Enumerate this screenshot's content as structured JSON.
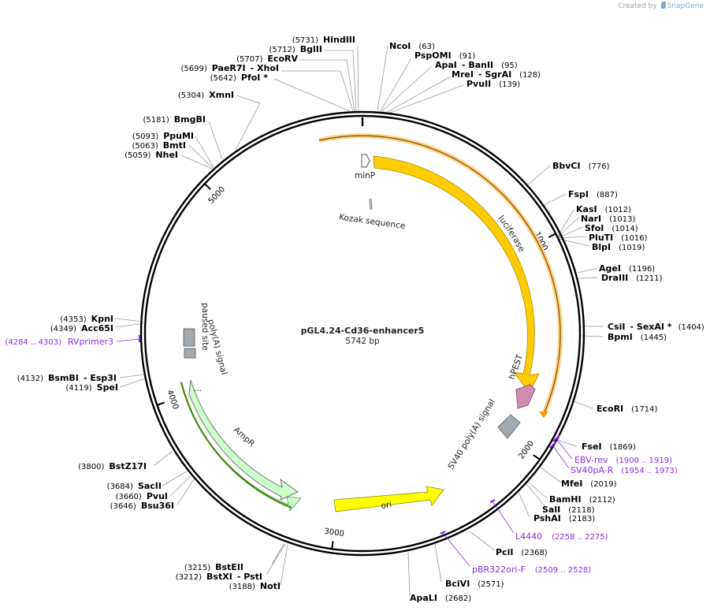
{
  "credit": {
    "prefix": "Created by",
    "brand": "SnapGene"
  },
  "plasmid": {
    "name": "pGL4.24-Cd36-enhancer5",
    "length_label": "5742 bp",
    "length": 5742
  },
  "ticks": [
    {
      "pos": 1000,
      "label": "1000"
    },
    {
      "pos": 2000,
      "label": "2000"
    },
    {
      "pos": 3000,
      "label": "3000"
    },
    {
      "pos": 4000,
      "label": "4000"
    },
    {
      "pos": 5000,
      "label": "5000"
    }
  ],
  "sites": [
    {
      "name": "HindIII",
      "pos": "(5731)"
    },
    {
      "name": "BglII",
      "pos": "(5712)"
    },
    {
      "name": "EcoRV",
      "pos": "(5707)"
    },
    {
      "name": "PaeR7I",
      "pos": "(5699)",
      "extra": "XhoI"
    },
    {
      "name": "PfoI *",
      "pos": "(5642)"
    },
    {
      "name": "XmnI",
      "pos": "(5304)"
    },
    {
      "name": "BmgBI",
      "pos": "(5181)"
    },
    {
      "name": "PpuMI",
      "pos": "(5093)"
    },
    {
      "name": "BmtI",
      "pos": "(5063)"
    },
    {
      "name": "NheI",
      "pos": "(5059)"
    },
    {
      "name": "NcoI",
      "pos": "(63)"
    },
    {
      "name": "PspOMI",
      "pos": "(91)"
    },
    {
      "name": "ApaI",
      "pos": "(95)",
      "extra": "BanII"
    },
    {
      "name": "MreI",
      "pos": "(128)",
      "extra": "SgrAI"
    },
    {
      "name": "PvuII",
      "pos": "(139)"
    },
    {
      "name": "BbvCI",
      "pos": "(776)"
    },
    {
      "name": "FspI",
      "pos": "(887)"
    },
    {
      "name": "KasI",
      "pos": "(1012)"
    },
    {
      "name": "NarI",
      "pos": "(1013)"
    },
    {
      "name": "SfoI",
      "pos": "(1014)"
    },
    {
      "name": "PluTI",
      "pos": "(1016)"
    },
    {
      "name": "BlpI",
      "pos": "(1019)"
    },
    {
      "name": "AgeI",
      "pos": "(1196)"
    },
    {
      "name": "DraIII",
      "pos": "(1211)"
    },
    {
      "name": "CsiI",
      "pos": "(1404)",
      "extra": "SexAI *"
    },
    {
      "name": "BpmI",
      "pos": "(1445)"
    },
    {
      "name": "EcoRI",
      "pos": "(1714)"
    },
    {
      "name": "FseI",
      "pos": "(1869)"
    },
    {
      "name": "MfeI",
      "pos": "(2019)"
    },
    {
      "name": "BamHI",
      "pos": "(2112)"
    },
    {
      "name": "SalI",
      "pos": "(2118)"
    },
    {
      "name": "PshAI",
      "pos": "(2183)"
    },
    {
      "name": "PciI",
      "pos": "(2368)"
    },
    {
      "name": "BciVI",
      "pos": "(2571)"
    },
    {
      "name": "ApaLI",
      "pos": "(2682)"
    },
    {
      "name": "BstEII",
      "pos": "(3215)"
    },
    {
      "name": "BstXI",
      "pos": "(3212)",
      "extra": "PstI"
    },
    {
      "name": "NotI",
      "pos": "(3188)"
    },
    {
      "name": "BstZ17I",
      "pos": "(3800)"
    },
    {
      "name": "SacII",
      "pos": "(3684)"
    },
    {
      "name": "PvuI",
      "pos": "(3660)"
    },
    {
      "name": "Bsu36I",
      "pos": "(3646)"
    },
    {
      "name": "KpnI",
      "pos": "(4353)"
    },
    {
      "name": "Acc65I",
      "pos": "(4349)"
    },
    {
      "name": "BsmBI",
      "pos": "(4132)",
      "extra": "Esp3I"
    },
    {
      "name": "SpeI",
      "pos": "(4119)"
    }
  ],
  "primers": [
    {
      "name": "RVprimer3",
      "range": "(4284 .. 4303)"
    },
    {
      "name": "EBV-rev",
      "range": "(1900 .. 1919)"
    },
    {
      "name": "SV40pA-R",
      "range": "(1954 .. 1973)"
    },
    {
      "name": "L4440",
      "range": "(2258 .. 2275)"
    },
    {
      "name": "pBR322ori-F",
      "range": "(2509 .. 2528)"
    }
  ],
  "features": [
    {
      "name": "minP"
    },
    {
      "name": "Kozak sequence"
    },
    {
      "name": "luciferase",
      "color": "#ffcc00"
    },
    {
      "name": "hPEST",
      "color": "#d08fb0"
    },
    {
      "name": "SV40 poly(A) signal",
      "color": "#a3a9b1"
    },
    {
      "name": "ori",
      "color": "#ffff00"
    },
    {
      "name": "AmpR",
      "color": "#ccffcc"
    },
    {
      "name": "poly(A) signal",
      "color": "#a3a9b1"
    },
    {
      "name": "paused site",
      "color": "#a3a9b1"
    }
  ],
  "colors": {
    "backbone": "#000000",
    "primer": "#8a2be2",
    "orf_highlight": "#ff9900"
  }
}
